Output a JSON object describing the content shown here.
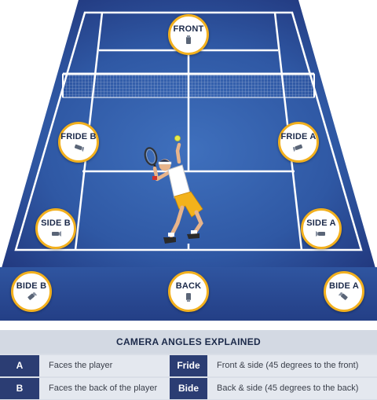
{
  "cameras": {
    "front": "FRONT",
    "fride_b": "FRIDE B",
    "fride_a": "FRIDE A",
    "side_b": "SIDE B",
    "side_a": "SIDE A",
    "bide_b": "BIDE B",
    "back": "BACK",
    "bide_a": "BIDE A"
  },
  "icons": {
    "camera": "video-camera-icon",
    "player": "tennis-player-serving-icon"
  },
  "colors": {
    "court_dark": "#243a80",
    "court_light": "#3a68b5",
    "camera_ring": "#f2b01e",
    "legend_key_bg": "#2b3d73"
  },
  "legend": {
    "title": "CAMERA ANGLES EXPLAINED",
    "rows": [
      {
        "key_a": "A",
        "desc_a": "Faces the player",
        "key_b": "Fride",
        "desc_b": "Front & side (45 degrees to the front)"
      },
      {
        "key_a": "B",
        "desc_a": "Faces the back of the player",
        "key_b": "Bide",
        "desc_b": "Back & side (45 degrees to the back)"
      }
    ]
  }
}
